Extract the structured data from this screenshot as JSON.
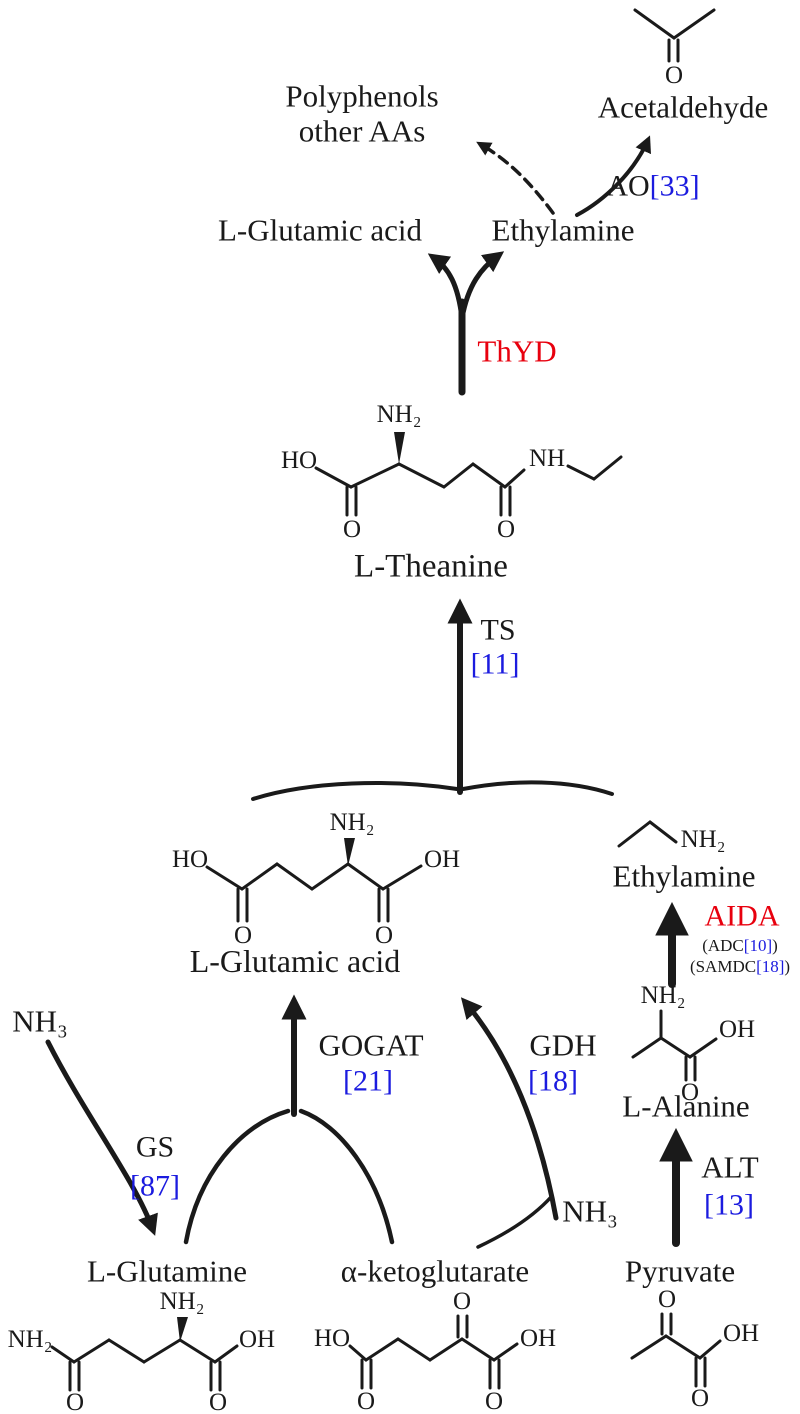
{
  "colors": {
    "ink": "#1a1a1a",
    "blue": "#1b1bdf",
    "red": "#e8000e"
  },
  "nodes": {
    "polyphenols": "Polyphenols",
    "other_aas": "other AAs",
    "acetaldehyde": "Acetaldehyde",
    "glutamic_top": "L-Glutamic acid",
    "ethylamine_top": "Ethylamine",
    "theanine": "L-Theanine",
    "glutamic_mid": "L-Glutamic acid",
    "ethylamine_mid": "Ethylamine",
    "alanine": "L-Alanine",
    "glutamine": "L-Glutamine",
    "akg": "α-ketoglutarate",
    "pyruvate": "Pyruvate",
    "nh3_left": "NH₃",
    "nh3_right": "NH₃"
  },
  "enzymes": {
    "ao": {
      "name": "AO",
      "ref": "[33]"
    },
    "thyd": {
      "name": "ThYD"
    },
    "ts": {
      "name": "TS",
      "ref": "[11]"
    },
    "gogat": {
      "name": "GOGAT",
      "ref": "[21]"
    },
    "gdh": {
      "name": "GDH",
      "ref": "[18]"
    },
    "gs": {
      "name": "GS",
      "ref": "[87]"
    },
    "alt": {
      "name": "ALT",
      "ref": "[13]"
    },
    "aida": {
      "name": "AIDA",
      "notes": [
        {
          "prefix": "(ADC",
          "ref": "[10]",
          "suffix": ")"
        },
        {
          "prefix": "(SAMDC",
          "ref": "[18]",
          "suffix": ")"
        }
      ]
    }
  },
  "atoms": {
    "NH2": "NH₂",
    "NH3": "NH₃",
    "NH": "NH",
    "HO": "HO",
    "OH": "OH",
    "O": "O"
  }
}
